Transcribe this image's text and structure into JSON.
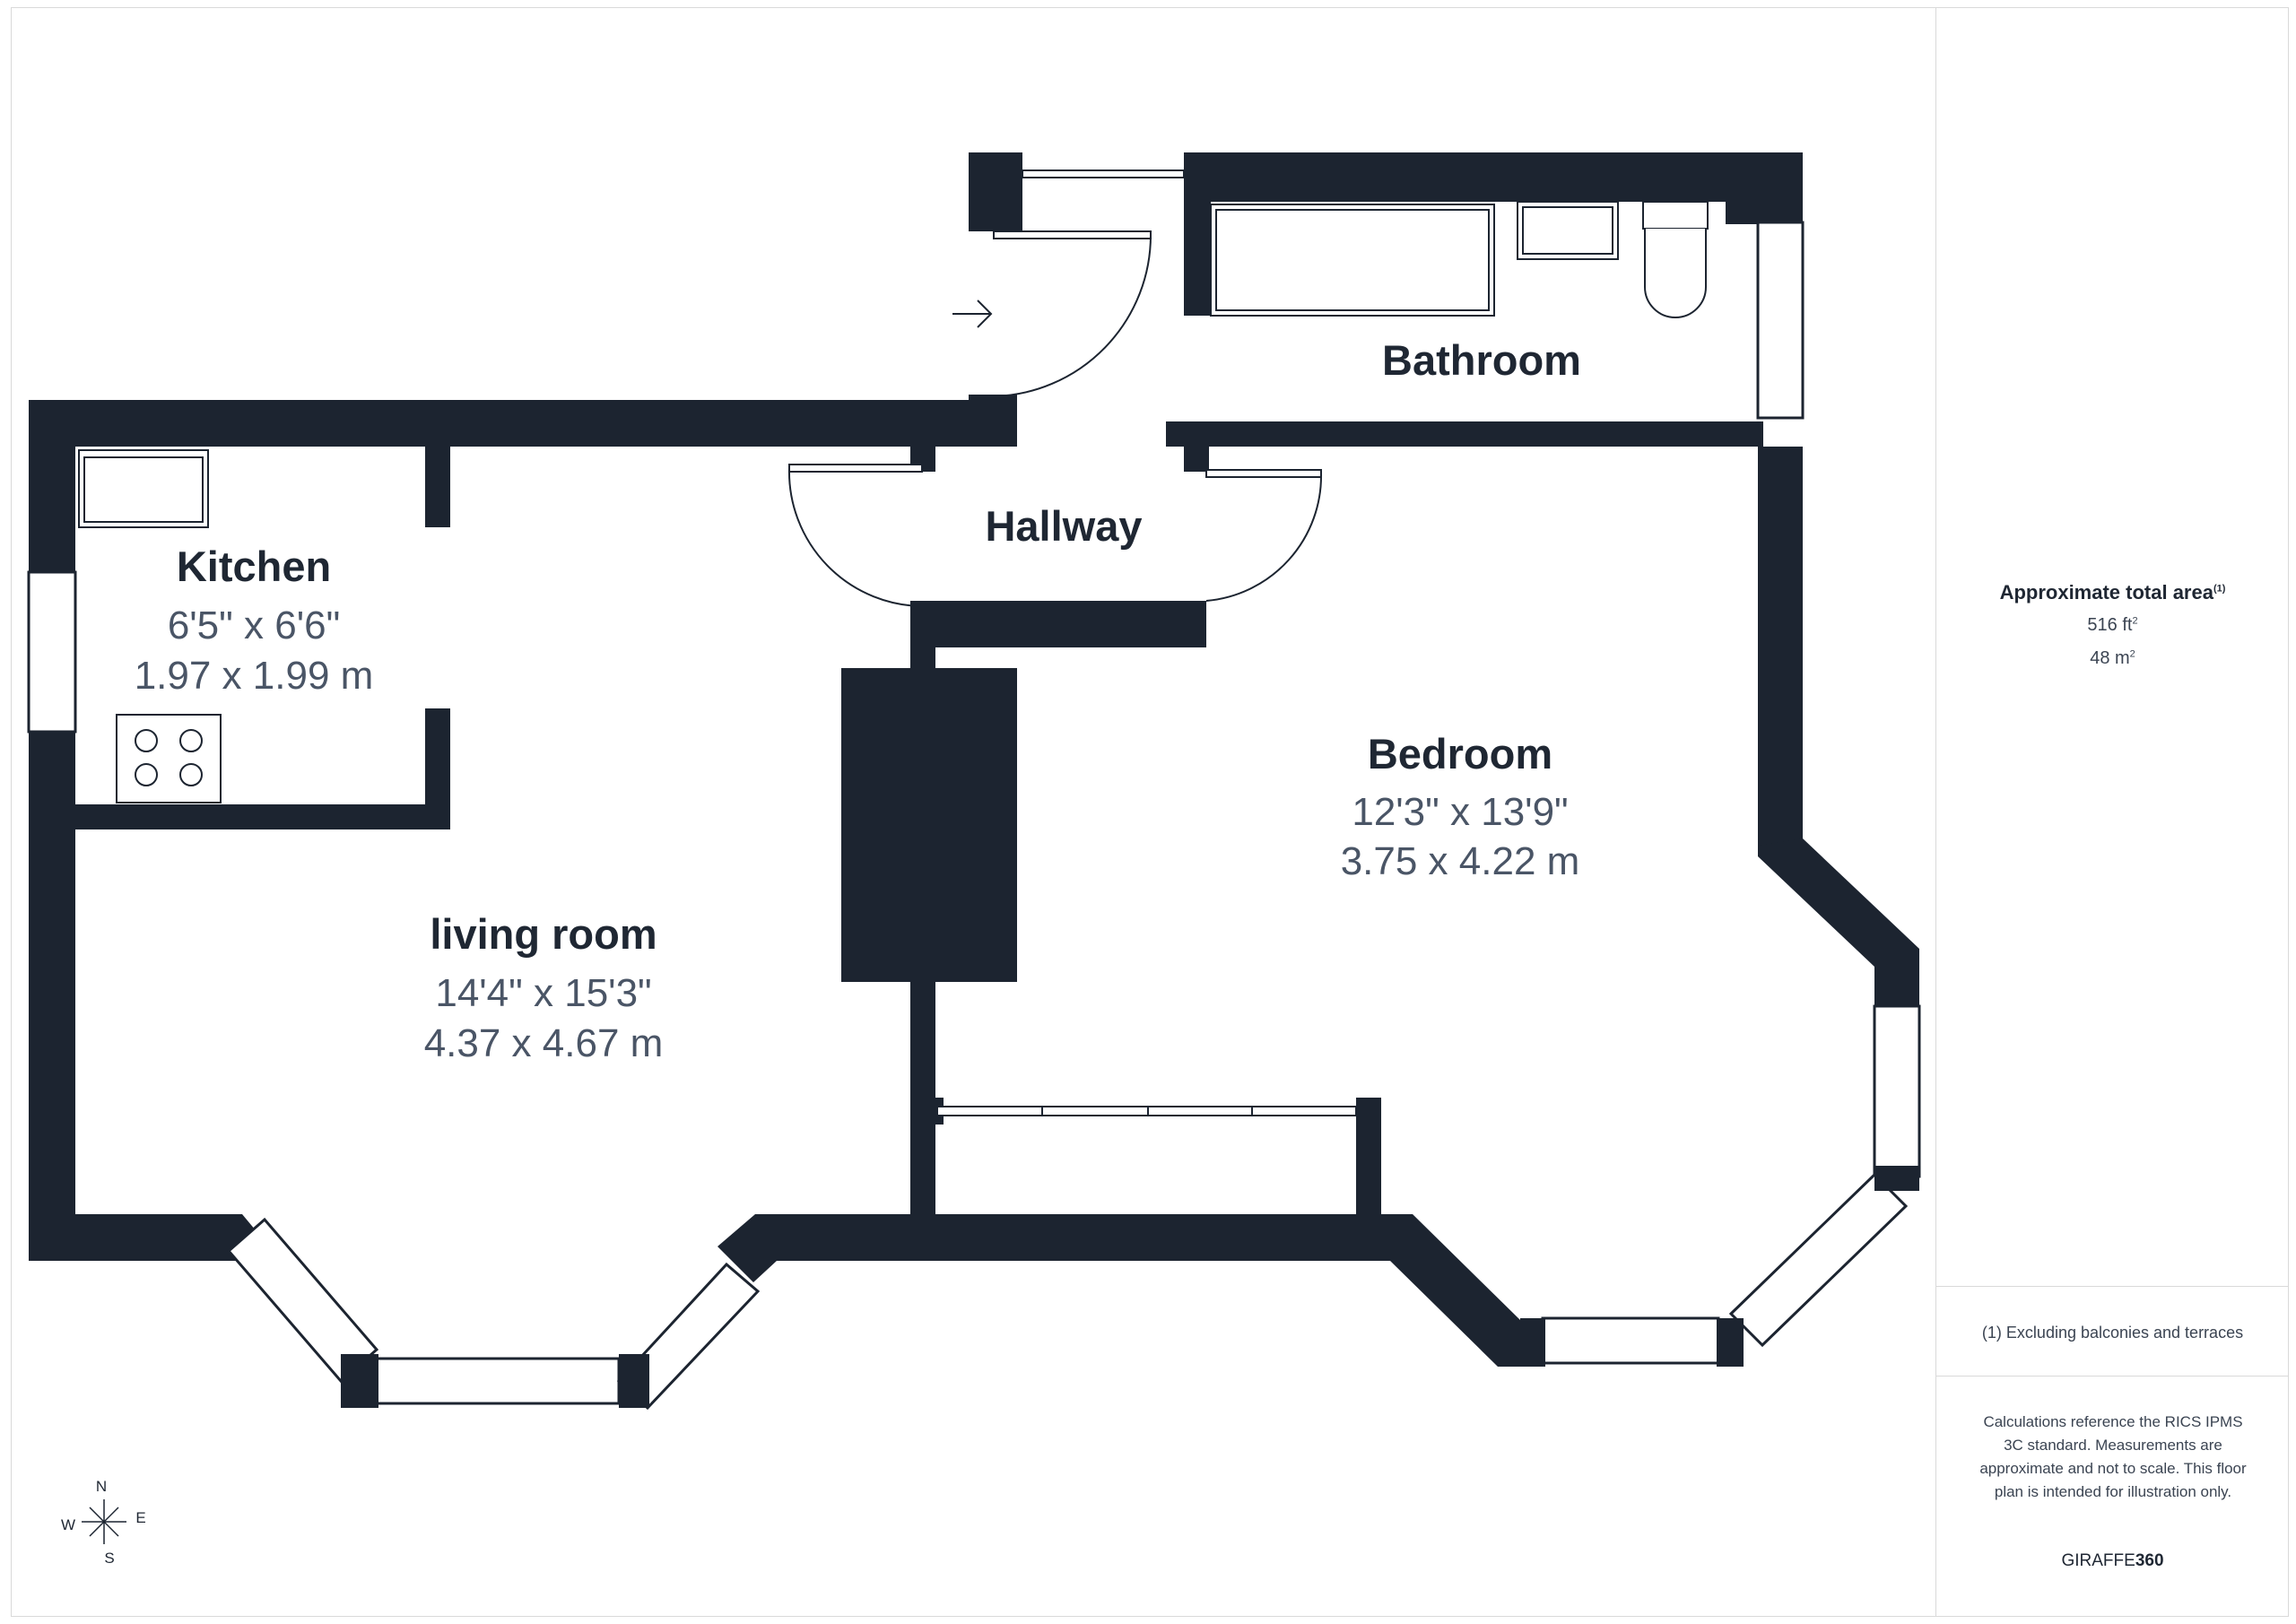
{
  "rooms": {
    "kitchen": {
      "name": "Kitchen",
      "imperial": "6'5\" x 6'6\"",
      "metric": "1.97 x 1.99 m"
    },
    "living_room": {
      "name": "living room",
      "imperial": "14'4\" x 15'3\"",
      "metric": "4.37 x 4.67 m"
    },
    "bedroom": {
      "name": "Bedroom",
      "imperial": "12'3\" x 13'9\"",
      "metric": "3.75 x 4.22 m"
    },
    "hallway": {
      "name": "Hallway"
    },
    "bathroom": {
      "name": "Bathroom"
    }
  },
  "area": {
    "title": "Approximate total area",
    "footnote_marker": "(1)",
    "imperial_value": "516 ft",
    "imperial_unit_sup": "2",
    "metric_value": "48 m",
    "metric_unit_sup": "2"
  },
  "footnote": "(1) Excluding balconies and terraces",
  "disclaimer": "Calculations reference the RICS IPMS 3C standard. Measurements are approximate and not to scale. This floor plan is intended for illustration only.",
  "brand": {
    "prefix": "GIRAFFE",
    "suffix": "360"
  },
  "compass": {
    "n": "N",
    "s": "S",
    "e": "E",
    "w": "W"
  },
  "colors": {
    "wall": "#1c2430",
    "text": "#1f2733",
    "dim": "#4a5566",
    "border": "#d9d9d9"
  }
}
